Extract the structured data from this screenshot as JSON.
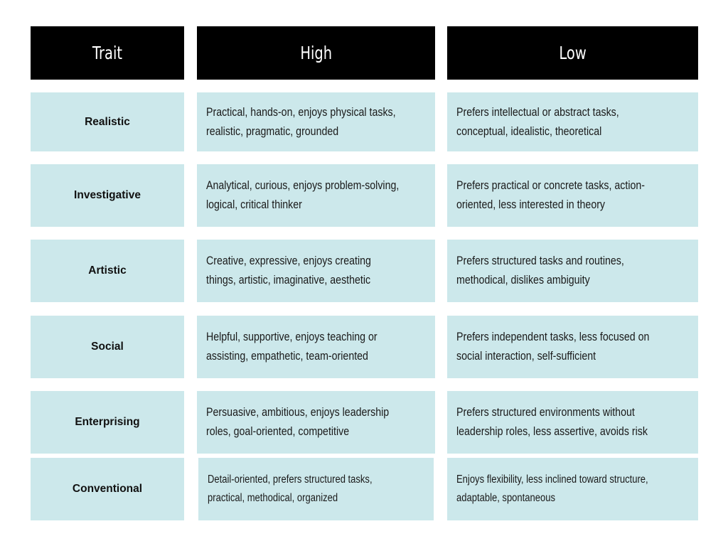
{
  "header": {
    "trait": "Trait",
    "high": "High",
    "low": "Low"
  },
  "rows": [
    {
      "trait": "Realistic",
      "high": "Practical, hands-on, enjoys physical tasks, realistic, pragmatic, grounded",
      "low": "Prefers intellectual or abstract tasks, conceptual, idealistic, theoretical"
    },
    {
      "trait": "Investigative",
      "high": "Analytical, curious, enjoys problem-solving, logical, critical thinker",
      "low": "Prefers practical or concrete tasks, action-oriented, less interested in theory"
    },
    {
      "trait": "Artistic",
      "high": "Creative, expressive, enjoys creating things, artistic, imaginative, aesthetic",
      "low": "Prefers structured tasks and routines, methodical, dislikes ambiguity"
    },
    {
      "trait": "Social",
      "high": "Helpful, supportive, enjoys teaching or assisting, empathetic, team-oriented",
      "low": "Prefers independent tasks, less focused on social interaction, self-sufficient"
    },
    {
      "trait": "Enterprising",
      "high": "Persuasive, ambitious, enjoys leadership roles, goal-oriented, competitive",
      "low": "Prefers structured environments without leadership roles, less assertive, avoids risk"
    },
    {
      "trait": "Conventional",
      "high": "Detail-oriented, prefers structured tasks, practical, methodical, organized",
      "low": "Enjoys flexibility, less inclined toward structure, adaptable, spontaneous"
    }
  ],
  "colors": {
    "header_bg": "#000000",
    "header_text": "#ffffff",
    "cell_bg": "#cce8eb"
  }
}
